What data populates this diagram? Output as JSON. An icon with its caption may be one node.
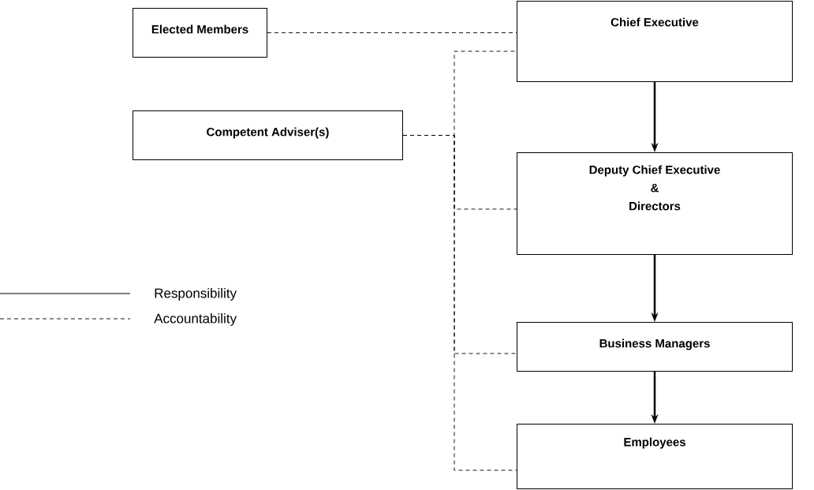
{
  "diagram": {
    "nodes": [
      {
        "text": [
          "Elected Members"
        ]
      },
      {
        "text": [
          "Chief Executive"
        ]
      },
      {
        "text": [
          "Competent Adviser(s)"
        ]
      },
      {
        "text": [
          "Deputy Chief Executive",
          "&",
          "Directors"
        ]
      },
      {
        "text": [
          "Business Managers"
        ]
      },
      {
        "text": [
          "Employees"
        ]
      }
    ],
    "edges": [
      {
        "from": 0,
        "to": 1,
        "arrow": "none",
        "style": "dashed"
      },
      {
        "from": 2,
        "to": 1,
        "arrow": "none",
        "style": "dashed"
      },
      {
        "from": 2,
        "to": 3,
        "arrow": "none",
        "style": "dashed"
      },
      {
        "from": 2,
        "to": 4,
        "arrow": "none",
        "style": "dashed"
      },
      {
        "from": 2,
        "to": 5,
        "arrow": "none",
        "style": "dashed"
      },
      {
        "from": 1,
        "to": 3,
        "arrow": "to",
        "style": "thick"
      },
      {
        "from": 3,
        "to": 4,
        "arrow": "to",
        "style": "thick"
      },
      {
        "from": 4,
        "to": 5,
        "arrow": "to",
        "style": "thick"
      }
    ],
    "legend": [
      {
        "text": "Responsibility"
      },
      {
        "text": "Accountability"
      }
    ]
  }
}
